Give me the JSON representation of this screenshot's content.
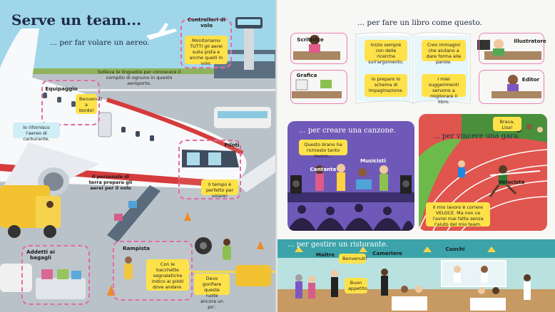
{
  "left_page": {
    "title": "Serve un team...",
    "subtitle": "... per far volare un aereo.",
    "intro": "Solleva le linguette per conoscere il compito di ognuno in questo aeroporto.",
    "roles": {
      "control_tower": "Controllori di volo",
      "crew": "Equipaggio",
      "pilots": "Piloti",
      "ground_staff": "Il personale di terra prepara gli aerei per il volo",
      "baggage": "Addetti ai bagagli",
      "ramp": "Rampista"
    },
    "speech": {
      "control_tower": "Monitoriamo TUTTI gli aerei sulla pista e anche quelli in volo.",
      "crew": "Benvenuti a bordo!",
      "refuel": "Io rifornisco l'aereo di carburante.",
      "pilots": "Il tempo è perfetto per volare!",
      "ramp": "Con le bacchette segnaletiche indico ai piloti dove andare.",
      "tyre": "Devo gonfiare queste ruote ancora un po'."
    }
  },
  "right_page": {
    "book_heading": "... per fare un libro come questo.",
    "book_roles": {
      "writer": "Scrittrice",
      "illustrator": "Illustratore",
      "graphic": "Grafica",
      "editor": "Editor"
    },
    "book_speech": {
      "writer": "Inizio sempre con delle ricerche sull'argomento.",
      "illustrator": "Creo immagini che aiutano a dare forma alle parole.",
      "graphic": "Io preparo lo schema di impaginazione.",
      "editor": "I miei suggerimenti servono a migliorare il libro."
    },
    "song_heading": "... per creare una canzone.",
    "song_speech": "Questo brano ha richiesto tanto lavoro...",
    "song_roles": {
      "singer": "Cantante",
      "musicians": "Musicisti"
    },
    "race_heading": "... per vincere una gara.",
    "race_speech_top": "Brava, Lisa!",
    "race_role": "Velocista",
    "race_speech": "Il mio lavoro è correre VELOCE. Ma non ce l'avrei mai fatta senza l'aiuto del mio team.",
    "restaurant_heading": "... per gestire un ristorante.",
    "restaurant_roles": {
      "waiter_left": "Maître",
      "waiter": "Cameriere",
      "chefs": "Cuochi"
    },
    "restaurant_speech": {
      "welcome": "Benvenuti!",
      "enjoy": "Buon appetito."
    }
  },
  "colors": {
    "sky": "#9fd6e9",
    "tarmac": "#b9c2c8",
    "bubble_yellow": "#ffe24a",
    "bubble_blue": "#cfeef6",
    "frame_pink": "#e56aa5",
    "plane_red": "#d63b3b",
    "stage_purple": "#6f59b8",
    "track_red": "#e0554e",
    "restaurant_teal": "#3ba3a9"
  }
}
